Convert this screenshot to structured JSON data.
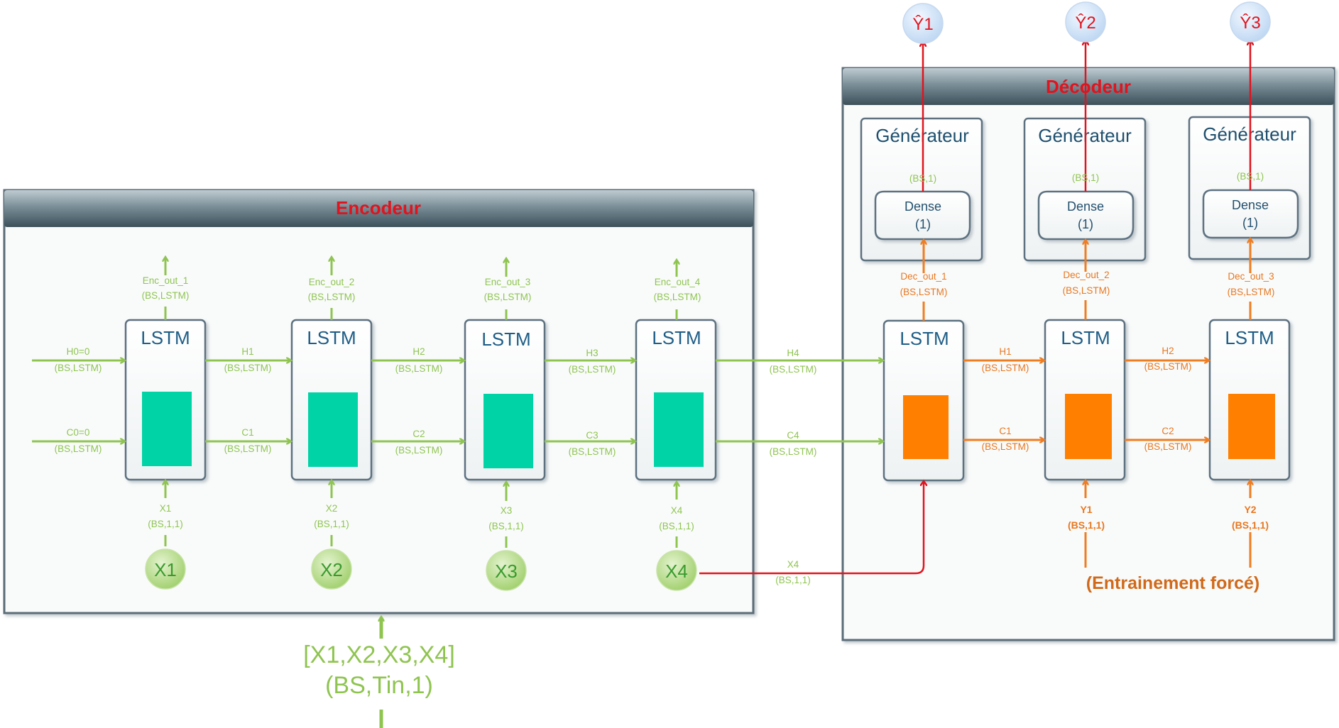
{
  "colors": {
    "green": "#8fc450",
    "orange": "#ef7d22",
    "red": "#e0141e",
    "teal": "#00d4a6",
    "cell_orange": "#ff7f00",
    "header_dark": "#40555f",
    "title_red": "#e0141e"
  },
  "encoder": {
    "title": "Encodeur",
    "cells": [
      {
        "title": "LSTM",
        "out_name": "Enc_out_1",
        "out_shape": "(BS,LSTM)",
        "in_name": "X1",
        "in_shape": "(BS,1,1)",
        "node": "X1",
        "h_label": "H0=0",
        "h_shape": "(BS,LSTM)",
        "c_label": "C0=0",
        "c_shape": "(BS,LSTM)"
      },
      {
        "title": "LSTM",
        "out_name": "Enc_out_2",
        "out_shape": "(BS,LSTM)",
        "in_name": "X2",
        "in_shape": "(BS,1,1)",
        "node": "X2",
        "h_label": "H1",
        "h_shape": "(BS,LSTM)",
        "c_label": "C1",
        "c_shape": "(BS,LSTM)"
      },
      {
        "title": "LSTM",
        "out_name": "Enc_out_3",
        "out_shape": "(BS,LSTM)",
        "in_name": "X3",
        "in_shape": "(BS,1,1)",
        "node": "X3",
        "h_label": "H2",
        "h_shape": "(BS,LSTM)",
        "c_label": "C2",
        "c_shape": "(BS,LSTM)"
      },
      {
        "title": "LSTM",
        "out_name": "Enc_out_4",
        "out_shape": "(BS,LSTM)",
        "in_name": "X4",
        "in_shape": "(BS,1,1)",
        "node": "X4",
        "h_label": "H3",
        "h_shape": "(BS,LSTM)",
        "c_label": "C3",
        "c_shape": "(BS,LSTM)"
      }
    ],
    "input_seq": "[X1,X2,X3,X4]",
    "input_shape": "(BS,Tin,1)"
  },
  "bridge": {
    "h_label": "H4",
    "h_shape": "(BS,LSTM)",
    "c_label": "C4",
    "c_shape": "(BS,LSTM)",
    "x_label": "X4",
    "x_shape": "(BS,1,1)"
  },
  "decoder": {
    "title": "Décodeur",
    "cells": [
      {
        "title": "LSTM",
        "out_name": "Dec_out_1",
        "out_shape": "(BS,LSTM)",
        "gen_title": "Générateur",
        "dense_label": "Dense",
        "dense_units": "(1)",
        "gen_out_shape": "(BS,1)",
        "yhat": "Ŷ1"
      },
      {
        "title": "LSTM",
        "out_name": "Dec_out_2",
        "out_shape": "(BS,LSTM)",
        "gen_title": "Générateur",
        "dense_label": "Dense",
        "dense_units": "(1)",
        "gen_out_shape": "(BS,1)",
        "yhat": "Ŷ2",
        "in_name": "Y1",
        "in_shape": "(BS,1,1)",
        "h_label": "H1",
        "h_shape": "(BS,LSTM)",
        "c_label": "C1",
        "c_shape": "(BS,LSTM)"
      },
      {
        "title": "LSTM",
        "out_name": "Dec_out_3",
        "out_shape": "(BS,LSTM)",
        "gen_title": "Générateur",
        "dense_label": "Dense",
        "dense_units": "(1)",
        "gen_out_shape": "(BS,1)",
        "yhat": "Ŷ3",
        "in_name": "Y2",
        "in_shape": "(BS,1,1)",
        "h_label": "H2",
        "h_shape": "(BS,LSTM)",
        "c_label": "C2",
        "c_shape": "(BS,LSTM)"
      }
    ],
    "teacher_forcing": "(Entrainement forcé)"
  }
}
